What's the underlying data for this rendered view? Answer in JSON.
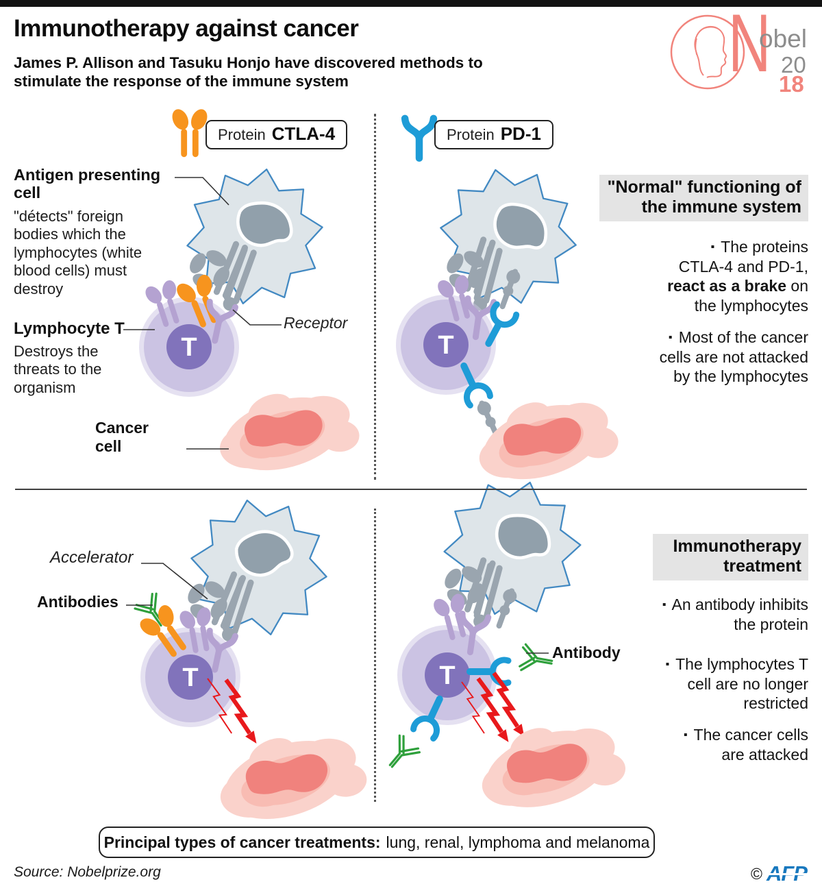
{
  "header": {
    "title": "Immunotherapy against cancer",
    "subtitle": "James P. Allison and Tasuku Honjo have discovered methods to stimulate the response of the immune system",
    "nobel": {
      "n": "N",
      "obel": "obel",
      "year_top": "20",
      "year_bottom": "18"
    }
  },
  "badges": {
    "ctla4": {
      "prefix": "Protein",
      "name": "CTLA-4"
    },
    "pd1": {
      "prefix": "Protein",
      "name": "PD-1"
    }
  },
  "left_labels": {
    "apc_title": "Antigen presenting cell",
    "apc_desc": "\"détects\" foreign bodies which the lymphocytes (white blood cells) must destroy",
    "lymphocyte_title": "Lymphocyte T",
    "lymphocyte_desc": "Destroys the threats to the organism",
    "cancer_label": "Cancer cell",
    "receptor_label": "Receptor",
    "accelerator_label": "Accelerator",
    "antibodies_label": "Antibodies",
    "antibody_label": "Antibody"
  },
  "diagram": {
    "t_label": "T"
  },
  "normal_section": {
    "heading": "\"Normal\" functioning of the immune system",
    "bullet_marker": "▪",
    "bullet1": {
      "pre": "The proteins CTLA-4 and PD-1,",
      "bold": "react as a brake",
      "post": "on the lymphocytes"
    },
    "bullet2": "Most of the cancer cells are not attacked by the lymphocytes"
  },
  "immuno_section": {
    "heading": "Immunotherapy treatment",
    "bullet_marker": "▪",
    "bullets": [
      "An antibody inhibits the protein",
      "The lymphocytes T cell are no longer restricted",
      "The cancer cells are attacked"
    ]
  },
  "footer": {
    "treatments_bold": "Principal types of cancer treatments:",
    "treatments_rest": "lung, renal, lymphoma and melanoma",
    "source": "Source: Nobelprize.org",
    "copyright": "©",
    "agency": "AFP"
  },
  "colors": {
    "ctla4_orange": "#F7941E",
    "pd1_blue": "#1E9CD7",
    "antibody_green": "#2FA03C",
    "attack_red": "#E8191C",
    "tcell_purple": "#8173BB",
    "tcell_light": "#CBC3E3",
    "receptor_purple": "#B4A2D1",
    "apc_fill": "#DEE5E9",
    "apc_stroke": "#4289C2",
    "cancer_pink": "#FAD2CB",
    "cancer_core": "#F0827D",
    "nobel_salmon": "#F1847C",
    "afp_blue": "#1878BE",
    "heading_bg": "#E4E4E4"
  }
}
